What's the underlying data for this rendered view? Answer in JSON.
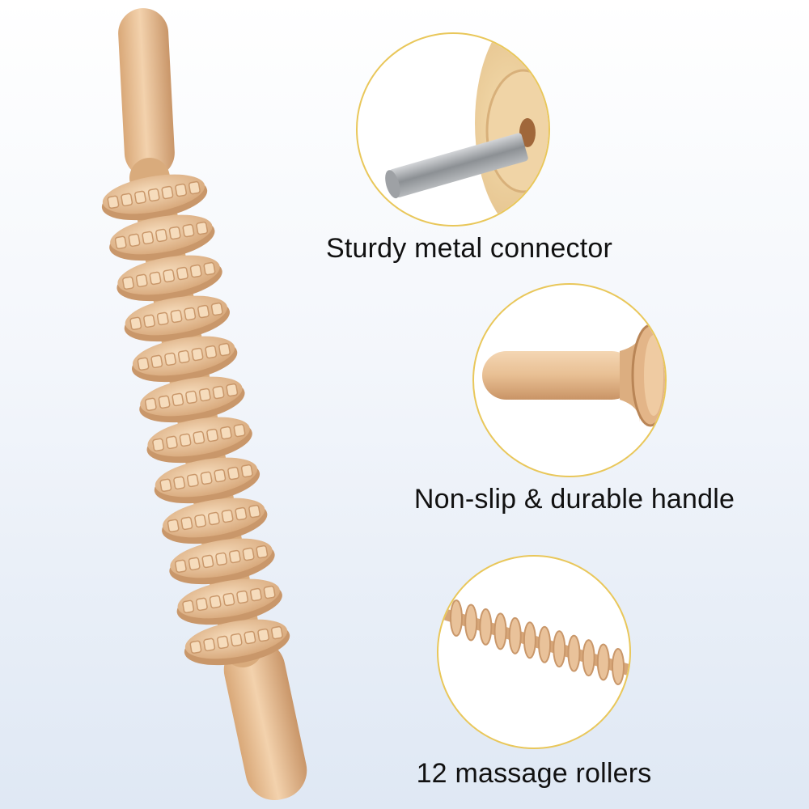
{
  "features": [
    {
      "caption": "Sturdy metal connector",
      "icon": "metal-connector-icon"
    },
    {
      "caption": "Non-slip & durable handle",
      "icon": "handle-icon"
    },
    {
      "caption": "12 massage rollers",
      "icon": "rollers-icon"
    }
  ],
  "product": {
    "roller_count": 12
  },
  "colors": {
    "wood": "#e9c29a",
    "wood_dark": "#c9976a",
    "wood_light": "#f6dcbc",
    "metal": "#a9acb0",
    "circle_border": "#e9c75a"
  }
}
